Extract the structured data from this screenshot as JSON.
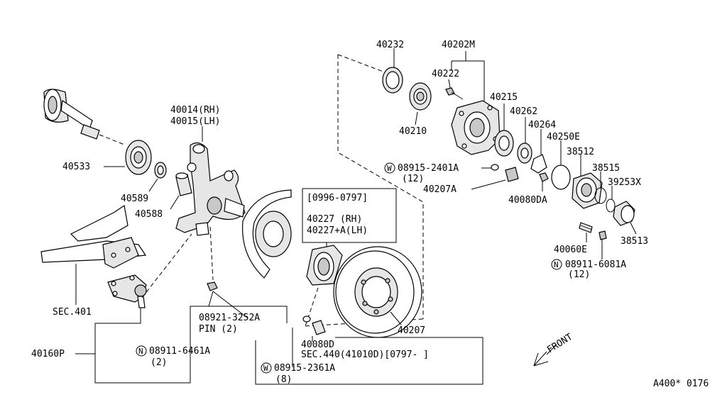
{
  "labels": {
    "p40232": "40232",
    "p40202M": "40202M",
    "p40222": "40222",
    "p40215": "40215",
    "p40262": "40262",
    "p40264": "40264",
    "p40250E": "40250E",
    "p38512": "38512",
    "p38515": "38515",
    "p39253X": "39253X",
    "p38513": "38513",
    "p40210": "40210",
    "w08915_2401A": "08915-2401A",
    "q12a": "(12)",
    "p40207A": "40207A",
    "p40080DA": "40080DA",
    "p40060E": "40060E",
    "n08911_6081A": "08911-6081A",
    "q12b": "(12)",
    "p40014": "40014(RH)",
    "p40015": "40015(LH)",
    "p40533": "40533",
    "p40589": "40589",
    "p40588": "40588",
    "date1": "[0996-0797]",
    "p40227": "40227  (RH)",
    "p40227A": "40227+A(LH)",
    "sec401": "SEC.401",
    "p08921": "08921-3252A",
    "pin2": "PIN (2)",
    "p40207": "40207",
    "p40080D": "40080D",
    "sec440": "SEC.440(41010D)[0797-    ]",
    "w08915_2361A": "08915-2361A",
    "q8": "(8)",
    "p40160P": "40160P",
    "n08911_6461A": "08911-6461A",
    "q2": "(2)",
    "front": "FRONT",
    "ref": "A400* 0176",
    "w_sym1": "W",
    "w_sym2": "W",
    "n_sym1": "N",
    "n_sym2": "N"
  }
}
